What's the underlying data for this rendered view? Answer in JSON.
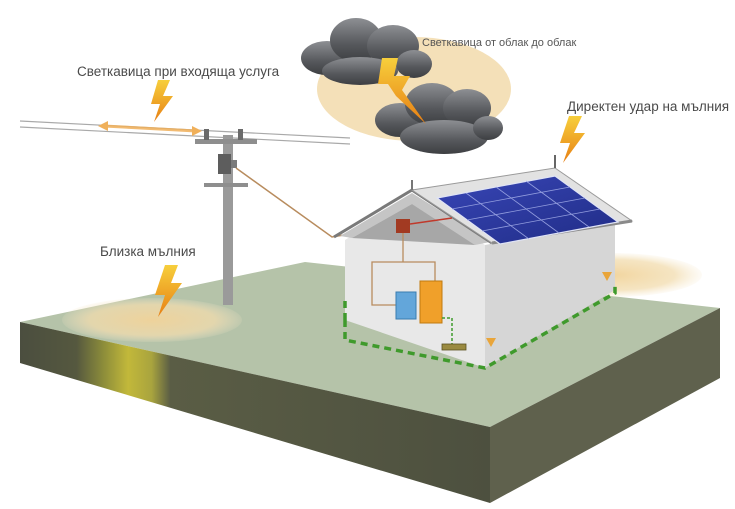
{
  "labels": {
    "incoming_service": "Светкавица при входяща услуга",
    "cloud_to_cloud": "Светкавица от облак до облак",
    "direct_strike": "Директен удар на мълния",
    "nearby_strike": "Близка мълния"
  },
  "colors": {
    "ground_top": "#b4c2a8",
    "ground_front": "#4f5242",
    "ground_side": "#5d5f4c",
    "glow": "#f1d79f",
    "lightning": "#f0a21c",
    "earth_ring": "#3f9a2c",
    "solar_panel": "#2c3b9b",
    "cloud_dark": "#56585c",
    "wire": "#b48a5c"
  },
  "icons": [
    "lightning-bolt-icon",
    "storm-cloud-icon",
    "solar-panel-icon",
    "utility-pole-icon",
    "house-icon"
  ]
}
